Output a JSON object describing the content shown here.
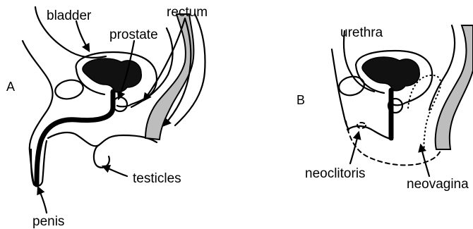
{
  "panels": [
    {
      "letter": "A",
      "labels": {
        "bladder": "bladder",
        "prostate": "prostate",
        "rectum": "rectum",
        "testicles": "testicles",
        "penis": "penis"
      }
    },
    {
      "letter": "B",
      "labels": {
        "urethra": "urethra",
        "neoclitoris": "neoclitoris",
        "neovagina": "neovagina"
      }
    }
  ],
  "colors": {
    "line": "#000000",
    "rectum_fill": "#bdbdbd",
    "organ_fill": "#111111",
    "background": "#ffffff"
  }
}
